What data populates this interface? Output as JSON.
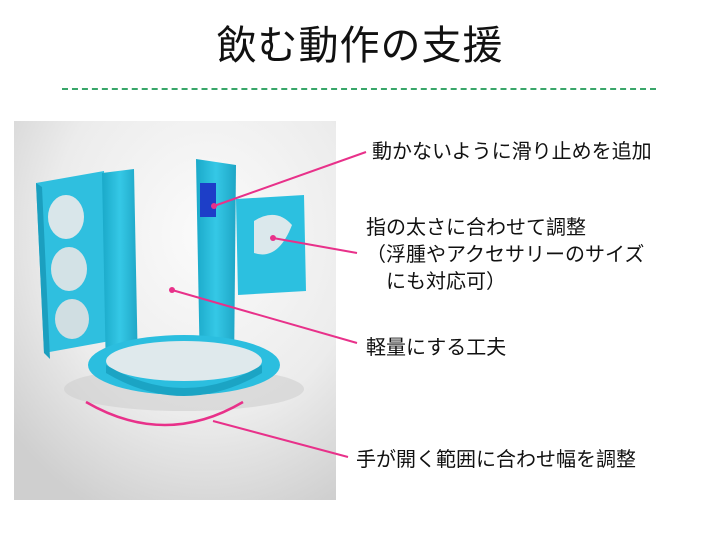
{
  "slide": {
    "title": "飲む動作の支援"
  },
  "annotations": [
    {
      "text": "動かないように滑り止めを追加"
    },
    {
      "lines": [
        "指の太さに合わせて調整",
        "（浮腫やアクセサリーのサイズ",
        "　にも対応可）"
      ]
    },
    {
      "text": "軽量にする工夫"
    },
    {
      "text": "手が開く範囲に合わせ幅を調整"
    }
  ],
  "colors": {
    "accent_line": "#e8318a",
    "divider": "#3aa66a",
    "cup_holder": "#2ec3e0",
    "grip_pad": "#1d3ec8"
  }
}
